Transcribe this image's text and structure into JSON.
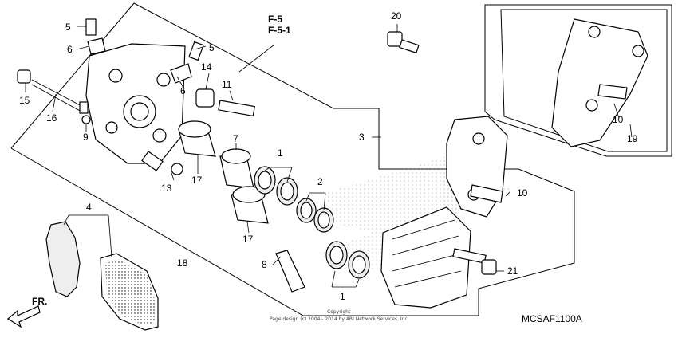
{
  "callouts": {
    "c1a": "1",
    "c1b": "1",
    "c2": "2",
    "c3": "3",
    "c4": "4",
    "c5a": "5",
    "c5b": "5",
    "c6a": "6",
    "c6b": "6",
    "c7": "7",
    "c8": "8",
    "c9": "9",
    "c10a": "10",
    "c10b": "10",
    "c11": "11",
    "c13": "13",
    "c14": "14",
    "c15": "15",
    "c16": "16",
    "c17a": "17",
    "c17b": "17",
    "c18": "18",
    "c19": "19",
    "c20": "20",
    "c21": "21"
  },
  "refs": {
    "r1": "F-5",
    "r2": "F-5-1"
  },
  "front_label": "FR.",
  "copyright_small": "Copyright",
  "copyright": "Page design (c) 2004 - 2014 by ARI Network Services, Inc.",
  "diagram_code": "MCSAF1100A"
}
